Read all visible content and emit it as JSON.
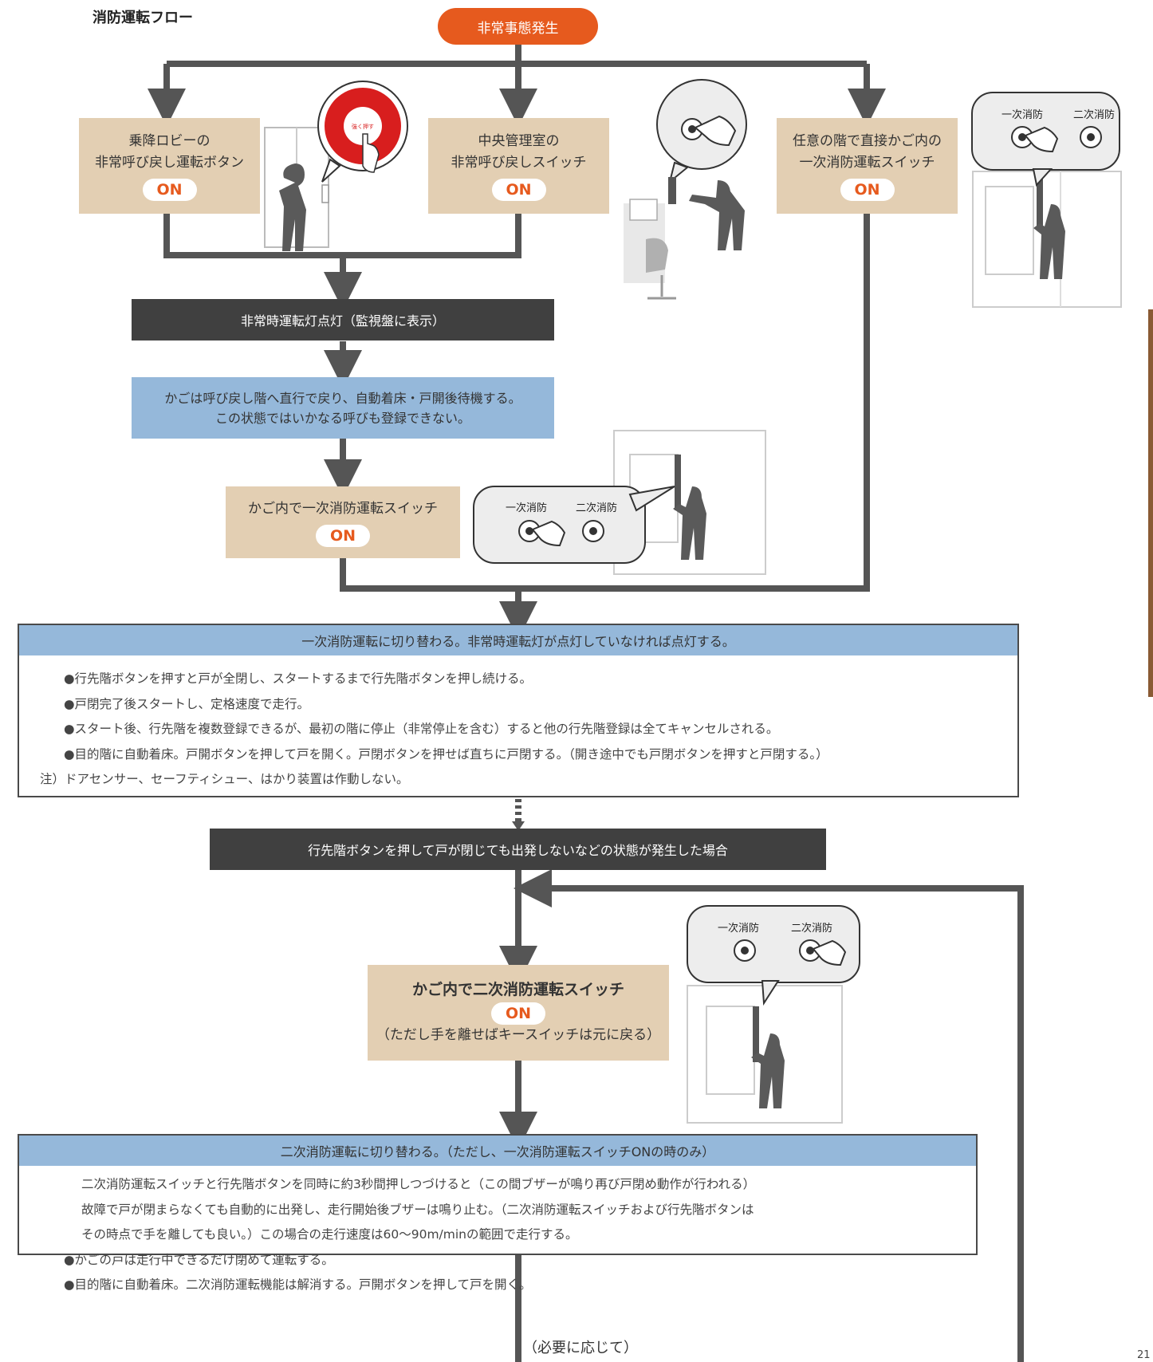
{
  "title": "消防運転フロー",
  "start": "非常事態発生",
  "on_label": "ON",
  "lobby_box": {
    "line1": "乗降ロビーの",
    "line2": "非常呼び戻し運転ボタン"
  },
  "lobby_button_text": "強く押す",
  "central_box": {
    "line1": "中央管理室の",
    "line2": "非常呼び戻しスイッチ"
  },
  "direct_box": {
    "line1": "任意の階で直接かご内の",
    "line2": "一次消防運転スイッチ"
  },
  "key_labels": {
    "primary": "一次消防",
    "secondary": "二次消防"
  },
  "lamp_bar": "非常時運転灯点灯（監視盤に表示）",
  "return_box": {
    "line1": "かごは呼び戻し階へ直行で戻り、自動着床・戸開後待機する。",
    "line2": "この状態ではいかなる呼びも登録できない。"
  },
  "car_primary_box": "かご内で一次消防運転スイッチ",
  "primary_box": {
    "header": "一次消防運転に切り替わる。非常時運転灯が点灯していなければ点灯する。",
    "items": [
      "●行先階ボタンを押すと戸が全閉し、スタートするまで行先階ボタンを押し続ける。",
      "●戸閉完了後スタートし、定格速度で走行。",
      "●スタート後、行先階を複数登録できるが、最初の階に停止（非常停止を含む）すると他の行先階登録は全てキャンセルされる。",
      "●目的階に自動着床。戸開ボタンを押して戸を開く。戸閉ボタンを押せば直ちに戸閉する。（開き途中でも戸閉ボタンを押すと戸閉する。）"
    ],
    "note": "注）ドアセンサー、セーフティシュー、はかり装置は作動しない。"
  },
  "stuck_bar": "行先階ボタンを押して戸が閉じても出発しないなどの状態が発生した場合",
  "car_secondary_box": {
    "line1": "かご内で二次消防運転スイッチ",
    "line3": "（ただし手を離せばキースイッチは元に戻る）"
  },
  "secondary_box": {
    "header": "二次消防運転に切り替わる。（ただし、一次消防運転スイッチONの時のみ）",
    "items": [
      "二次消防運転スイッチと行先階ボタンを同時に約3秒間押しつづけると（この間ブザーが鳴り再び戸閉め動作が行われる）",
      "故障で戸が閉まらなくても自動的に出発し、走行開始後ブザーは鳴り止む。（二次消防運転スイッチおよび行先階ボタンは",
      "その時点で手を離しても良い。）この場合の走行速度は60〜90m/minの範囲で走行する。",
      "●かごの戸は走行中できるだけ閉めて運転する。",
      "●目的階に自動着床。二次消防運転機能は解消する。戸開ボタンを押して戸を開く。"
    ]
  },
  "as_needed": "（必要に応じて）",
  "page_number": "21",
  "colors": {
    "orange": "#e65a1e",
    "tan": "#e3cfb3",
    "blue": "#95b8da",
    "dark": "#404040",
    "line": "#555555"
  }
}
